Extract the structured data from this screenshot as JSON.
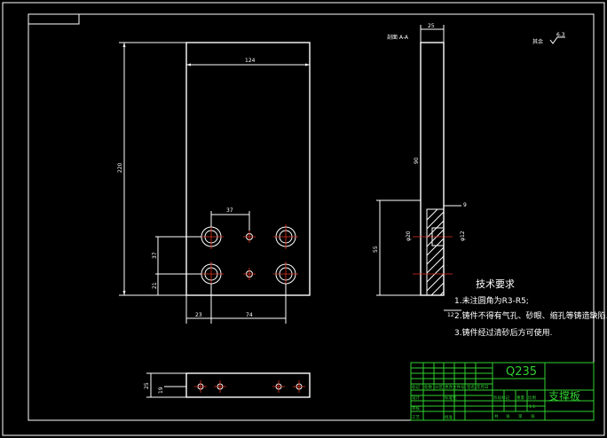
{
  "drawing": {
    "roughness_label": "其余",
    "roughness_value": "6.3",
    "section_label": "剖面 A-A"
  },
  "front_view": {
    "dim_width": "124",
    "dim_height": "220",
    "dim_hole_spacing_x": "37",
    "dim_hole_spacing_y": "37",
    "dim_edge_y": "21",
    "dim_edge_x": "23",
    "dim_span_x": "74"
  },
  "side_view": {
    "dim_thickness": "25",
    "dim_depth": "90",
    "dim_counterbore": "φ20",
    "dim_hole": "φ12",
    "dim_step": "9",
    "dim_bottom": "12",
    "dim_55": "55"
  },
  "bottom_view": {
    "dim_thickness": "25",
    "dim_offset": "19"
  },
  "tech_requirements": {
    "heading": "技术要求",
    "items": [
      "1.未注圆角为R3-R5;",
      "2.铸件不得有气孔、砂眼、缩孔等铸造缺陷.",
      "3.铸件经过清砂后方可使用."
    ]
  },
  "title_block": {
    "material": "Q235",
    "part_name": "支撑板",
    "row_labels": [
      "标记",
      "处数",
      "分区",
      "更改文件号",
      "签名",
      "年月日"
    ],
    "role_labels": [
      "设计",
      "审核",
      "工艺"
    ],
    "std_label": "标准化",
    "approve_label": "批准",
    "stage_labels": [
      "阶段标记",
      "重量",
      "比例"
    ],
    "scale": "1:1",
    "sheet_labels": [
      "共",
      "张",
      "第",
      "张"
    ]
  }
}
